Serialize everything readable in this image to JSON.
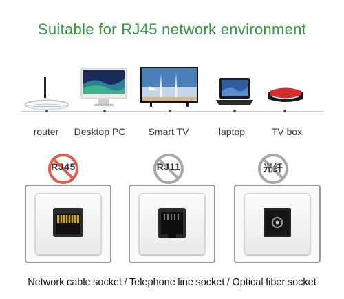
{
  "headline": "Suitable for RJ45 network environment",
  "devices": [
    {
      "icon": "router-icon",
      "label": "router"
    },
    {
      "icon": "desktop-pc-icon",
      "label": "Desktop PC"
    },
    {
      "icon": "smart-tv-icon",
      "label": "Smart TV"
    },
    {
      "icon": "laptop-icon",
      "label": "laptop"
    },
    {
      "icon": "tv-box-icon",
      "label": "TV box"
    }
  ],
  "sockets": [
    {
      "badge": "RJ45",
      "badge_color": "#e25a4a",
      "icon": "rj45-socket-icon",
      "name": "Network cable socket"
    },
    {
      "badge": "RJ11",
      "badge_color": "#a8a8a8",
      "icon": "rj11-socket-icon",
      "name": "Telephone line socket"
    },
    {
      "badge": "光纤",
      "badge_color": "#a8a8a8",
      "icon": "optical-fiber-socket-icon",
      "name": "Optical fiber socket"
    }
  ],
  "caption_separator": "/",
  "colors": {
    "headline": "#2e9a3c",
    "prohibited_red": "#e25a4a",
    "prohibited_gray": "#a8a8a8"
  }
}
